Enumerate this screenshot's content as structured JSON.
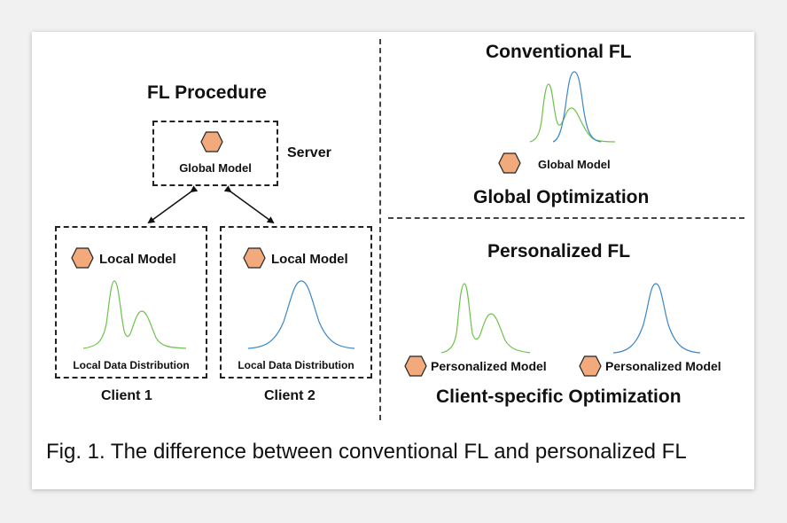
{
  "left": {
    "title": "FL Procedure",
    "server_label": "Server",
    "global_model_label": "Global Model",
    "client1": {
      "model_label": "Local Model",
      "data_label": "Local Data Distribution",
      "name": "Client 1"
    },
    "client2": {
      "model_label": "Local Model",
      "data_label": "Local Data Distribution",
      "name": "Client 2"
    }
  },
  "conventional": {
    "title": "Conventional FL",
    "model_label": "Global Model",
    "subtitle": "Global Optimization"
  },
  "personalized": {
    "title": "Personalized FL",
    "model1_label": "Personalized Model",
    "model2_label": "Personalized Model",
    "subtitle": "Client-specific Optimization"
  },
  "caption": "Fig. 1. The difference between conventional FL and personalized FL",
  "colors": {
    "green_curve": "#6cc24a",
    "blue_curve": "#3a86c8",
    "hexagon_fill": "#f2a97c",
    "hexagon_stroke": "#222222"
  }
}
